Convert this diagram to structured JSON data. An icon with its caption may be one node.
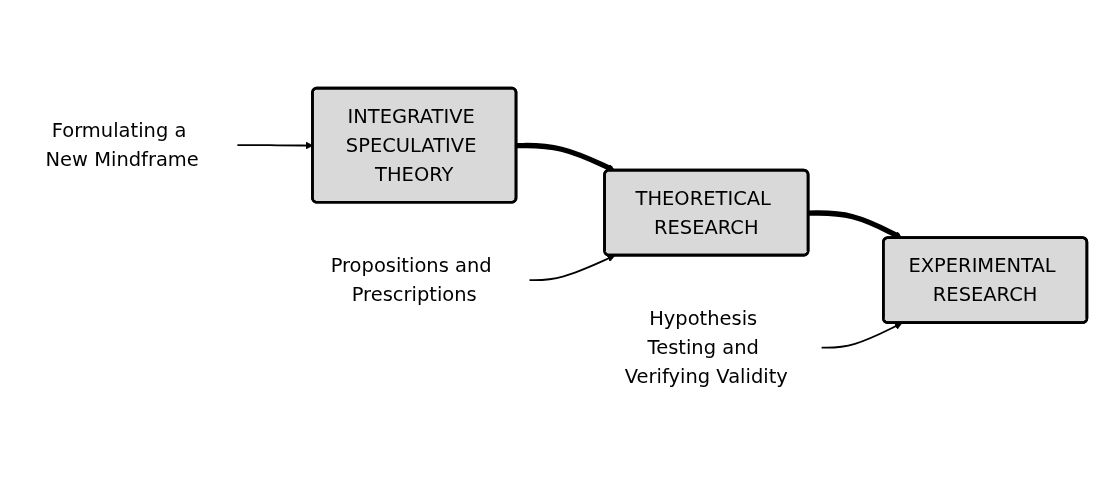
{
  "diagram": {
    "nodes": [
      {
        "text": [
          "INTEGRATIVE SPECULATIVE THEORY"
        ]
      },
      {
        "text": [
          "Formulating a New Mindframe"
        ]
      },
      {
        "text": [
          "THEORETICAL RESEARCH"
        ]
      },
      {
        "text": [
          "Propositions and Prescriptions"
        ]
      },
      {
        "text": [
          "EXPERIMENTAL RESEARCH"
        ]
      },
      {
        "text": [
          "Hypothesis Testing and Verifying Validity"
        ]
      }
    ],
    "edges": [
      {
        "from": 1,
        "to": 0,
        "arrow": "to"
      },
      {
        "from": 0,
        "to": 2,
        "arrow": "to",
        "style": "thick"
      },
      {
        "from": 3,
        "to": 2,
        "arrow": "to"
      },
      {
        "from": 2,
        "to": 4,
        "arrow": "to",
        "style": "thick"
      },
      {
        "from": 5,
        "to": 4,
        "arrow": "to"
      }
    ]
  }
}
